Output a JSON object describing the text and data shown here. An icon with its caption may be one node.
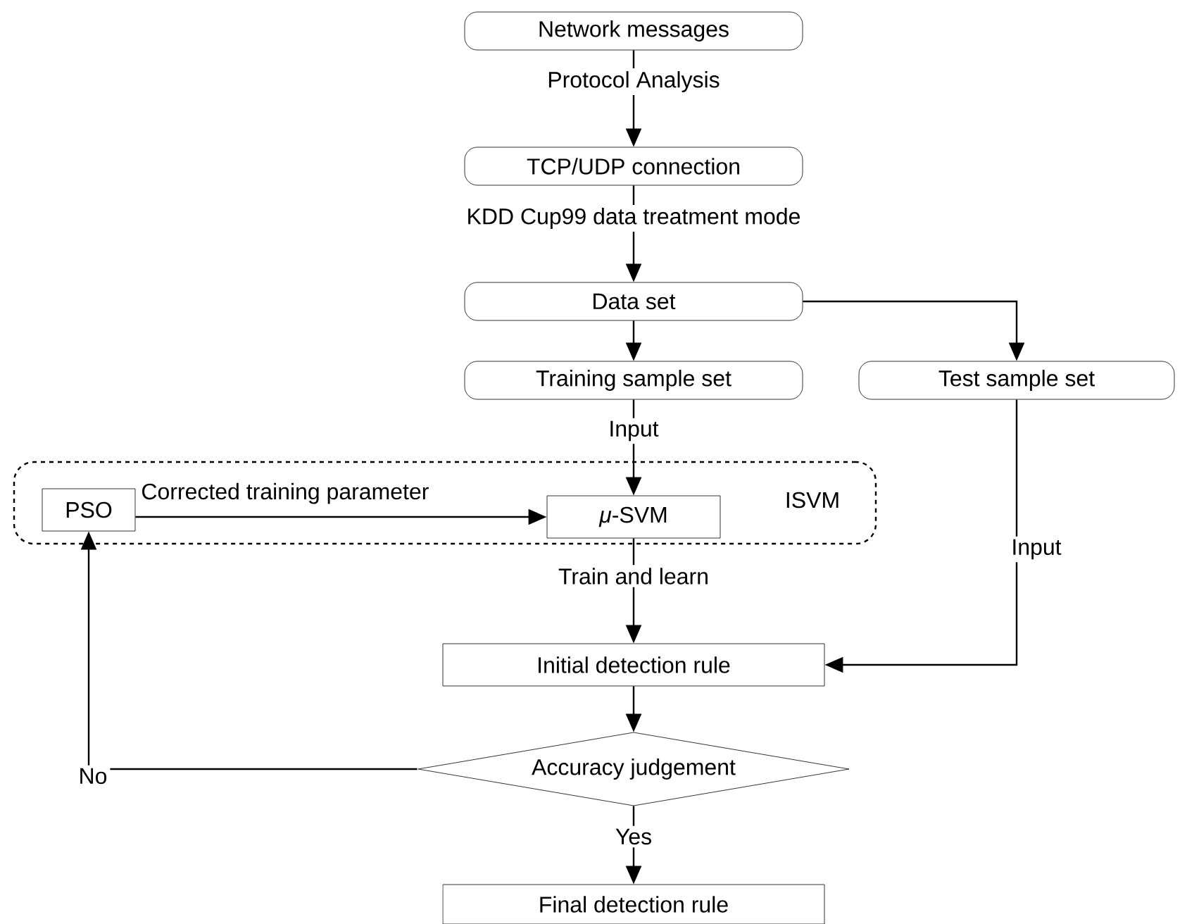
{
  "diagram": {
    "nodes": [
      {
        "text": [
          "Network messages"
        ]
      },
      {
        "text": [
          "TCP/UDP connection"
        ]
      },
      {
        "text": [
          "Data set"
        ]
      },
      {
        "text": [
          "Training sample set"
        ]
      },
      {
        "text": [
          "Test sample set"
        ]
      },
      {
        "text": [
          "ISVM"
        ]
      },
      {
        "text": [
          "PSO"
        ],
        "in": 5
      },
      {
        "text": [
          "*μ*-SVM"
        ],
        "in": 5
      },
      {
        "text": [
          "Initial detection rule"
        ]
      },
      {
        "text": [
          "Accuracy judgement"
        ]
      },
      {
        "text": [
          "Final detection rule"
        ]
      }
    ],
    "edges": [
      {
        "from": 0,
        "to": 1,
        "arrow": "to",
        "label": "Protocol Analysis"
      },
      {
        "from": 1,
        "to": 2,
        "arrow": "to",
        "label": "KDD Cup99 data treatment mode"
      },
      {
        "from": 2,
        "to": 3,
        "arrow": "to"
      },
      {
        "from": 2,
        "to": 4,
        "arrow": "to"
      },
      {
        "from": 3,
        "to": 7,
        "arrow": "to",
        "label": "Input"
      },
      {
        "from": 6,
        "to": 7,
        "arrow": "to",
        "label": "Corrected training parameter"
      },
      {
        "from": 7,
        "to": 8,
        "arrow": "to",
        "label": "Train and learn"
      },
      {
        "from": 4,
        "to": 8,
        "arrow": "to",
        "label": "Input"
      },
      {
        "from": 8,
        "to": 9,
        "arrow": "to"
      },
      {
        "from": 9,
        "to": 10,
        "arrow": "to",
        "label": "Yes"
      },
      {
        "from": 9,
        "to": 6,
        "arrow": "to",
        "label": "No"
      }
    ]
  }
}
